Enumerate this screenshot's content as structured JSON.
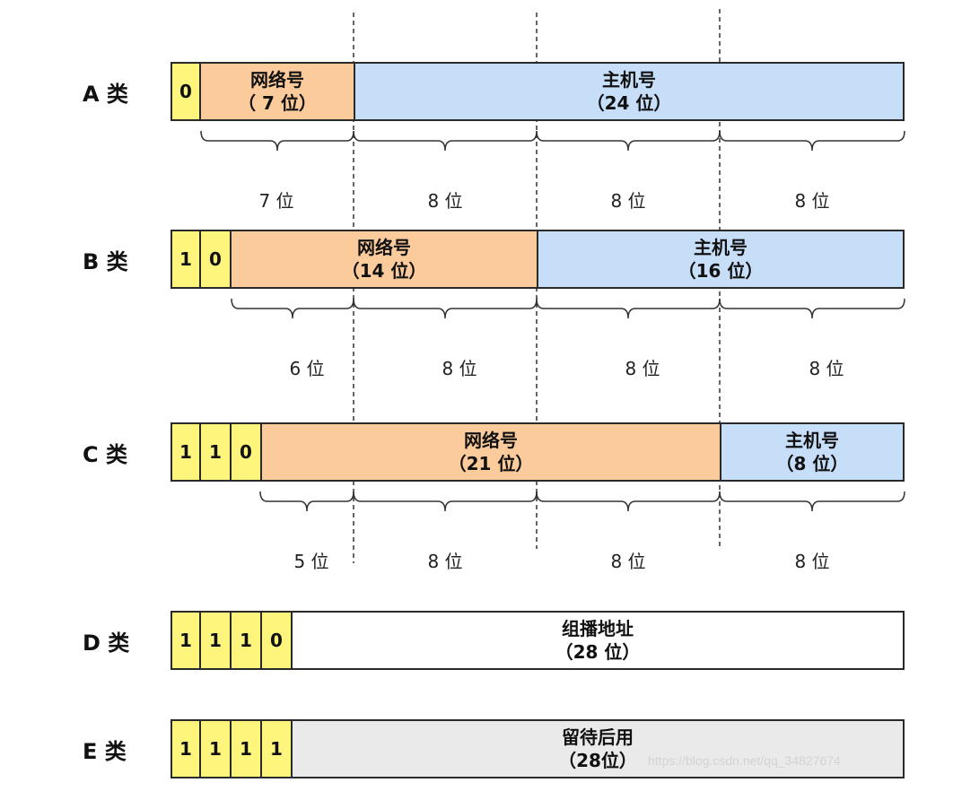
{
  "rows": [
    {
      "class_label": "A 类",
      "bits": [
        "0"
      ],
      "net": {
        "name": "网络号",
        "size": "（ 7 位）"
      },
      "host": {
        "name": "主机号",
        "size": "（24 位）"
      },
      "segments": [
        "7 位",
        "8 位",
        "8 位",
        "8 位"
      ]
    },
    {
      "class_label": "B 类",
      "bits": [
        "1",
        "0"
      ],
      "net": {
        "name": "网络号",
        "size": "（14 位）"
      },
      "host": {
        "name": "主机号",
        "size": "（16 位）"
      },
      "segments": [
        "6 位",
        "8 位",
        "8 位",
        "8 位"
      ]
    },
    {
      "class_label": "C 类",
      "bits": [
        "1",
        "1",
        "0"
      ],
      "net": {
        "name": "网络号",
        "size": "（21 位）"
      },
      "host": {
        "name": "主机号",
        "size": "（8 位）"
      },
      "segments": [
        "5 位",
        "8 位",
        "8 位",
        "8 位"
      ]
    },
    {
      "class_label": "D 类",
      "bits": [
        "1",
        "1",
        "1",
        "0"
      ],
      "field": {
        "name": "组播地址",
        "size": "（28 位）"
      }
    },
    {
      "class_label": "E 类",
      "bits": [
        "1",
        "1",
        "1",
        "1"
      ],
      "field": {
        "name": "留待后用",
        "size": "（28位）"
      }
    }
  ],
  "watermark": "https://blog.csdn.net/qq_34827674",
  "colors": {
    "prefix_bit": "#fdf57c",
    "network": "#fbcb9c",
    "host": "#c7def8",
    "multicast": "#ffffff",
    "reserved": "#eaeaea"
  }
}
